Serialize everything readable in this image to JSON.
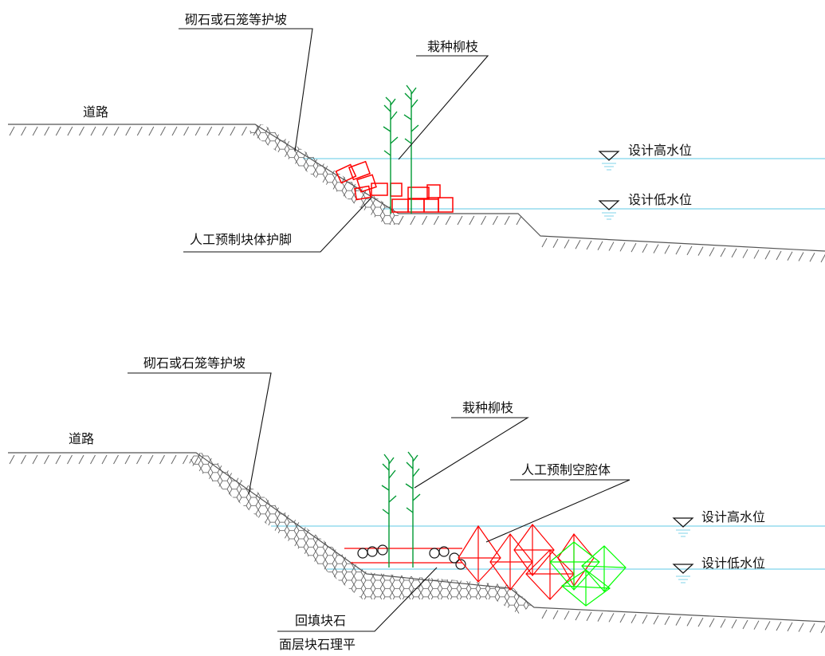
{
  "top_section": {
    "road_label": "道路",
    "slope_label": "砌石或石笼等护坡",
    "willow_label": "栽种柳枝",
    "toe_label": "人工预制块体护脚",
    "high_water_label": "设计高水位",
    "low_water_label": "设计低水位"
  },
  "bottom_section": {
    "road_label": "道路",
    "slope_label": "砌石或石笼等护坡",
    "willow_label": "栽种柳枝",
    "cavity_label": "人工预制空腔体",
    "high_water_label": "设计高水位",
    "low_water_label": "设计低水位",
    "fill_label_1": "回填块石",
    "fill_label_2": "面层块石理平"
  },
  "colors": {
    "ground": "#555555",
    "water": "#7fd3ea",
    "precast": "#ff0000",
    "willow": "#009933",
    "bright_green": "#00ff00"
  }
}
